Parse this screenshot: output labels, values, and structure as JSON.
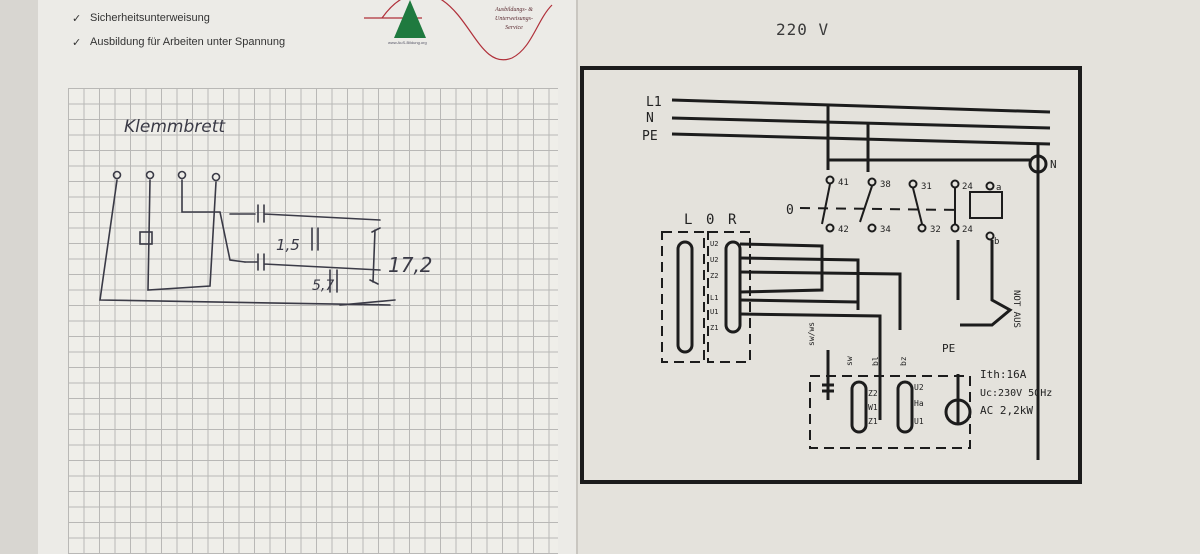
{
  "checklist": {
    "items": [
      "Sicherheitsunterweisung",
      "Ausbildung für Arbeiten unter Spannung"
    ]
  },
  "logo": {
    "text_lines": [
      "Ausbildungs- &",
      "Unterweisungs-",
      "Service"
    ],
    "url": "www.AuS-Bildung.org"
  },
  "sketch": {
    "title": "Klemmbrett",
    "dim_1": "1,5",
    "dim_2": "5,7",
    "dim_3": "17,2"
  },
  "schematic": {
    "voltage": "220 V",
    "rails": [
      "L1",
      "N",
      "PE"
    ],
    "neutral_terminal": "N",
    "switch_positions": [
      "L",
      "0",
      "R"
    ],
    "zero_label": "0",
    "contacts_top": [
      "41",
      "38",
      "31",
      "24",
      "a"
    ],
    "contacts_bottom": [
      "42",
      "34",
      "32",
      "24",
      "b"
    ],
    "terminals_right": [
      "U2",
      "U2",
      "Z2",
      "L1",
      "U1",
      "Z1"
    ],
    "not_aus": "NOT AUS",
    "wires": [
      "sw/ws",
      "sw",
      "bl",
      "bz"
    ],
    "motor_terminals_left": [
      "Z2",
      "W1",
      "Z1"
    ],
    "motor_terminals_right": [
      "U2",
      "Ha",
      "U1"
    ],
    "pe_label": "PE",
    "ratings": [
      "Ith:16A",
      "Uc:230V 50Hz",
      "AC 2,2kW"
    ]
  },
  "colors": {
    "ink": "#1c1c1c",
    "pencil": "#3a3a46",
    "logo_green": "#1f7a3f",
    "logo_red": "#b0303a"
  }
}
